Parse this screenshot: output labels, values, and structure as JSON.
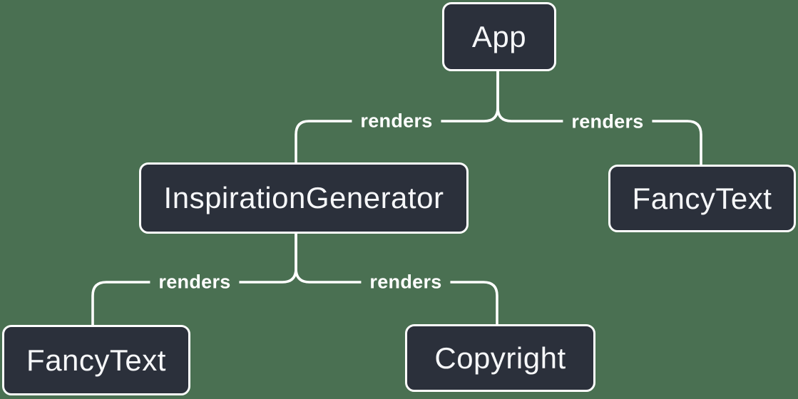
{
  "colors": {
    "background_color": "#4A7052",
    "node_fill": "#2B303B",
    "node_border": "#FFFFFF",
    "node_text": "#F6F7F9",
    "edge_color": "#FFFFFF"
  },
  "diagram": {
    "nodes": {
      "app": {
        "label": "App"
      },
      "inspiration_generator": {
        "label": "InspirationGenerator"
      },
      "fancy_text_right": {
        "label": "FancyText"
      },
      "fancy_text_left": {
        "label": "FancyText"
      },
      "copyright": {
        "label": "Copyright"
      }
    },
    "edges": {
      "app_to_inspiration_generator": {
        "label": "renders"
      },
      "app_to_fancy_text": {
        "label": "renders"
      },
      "inspiration_to_fancy_text": {
        "label": "renders"
      },
      "inspiration_to_copyright": {
        "label": "renders"
      }
    }
  }
}
